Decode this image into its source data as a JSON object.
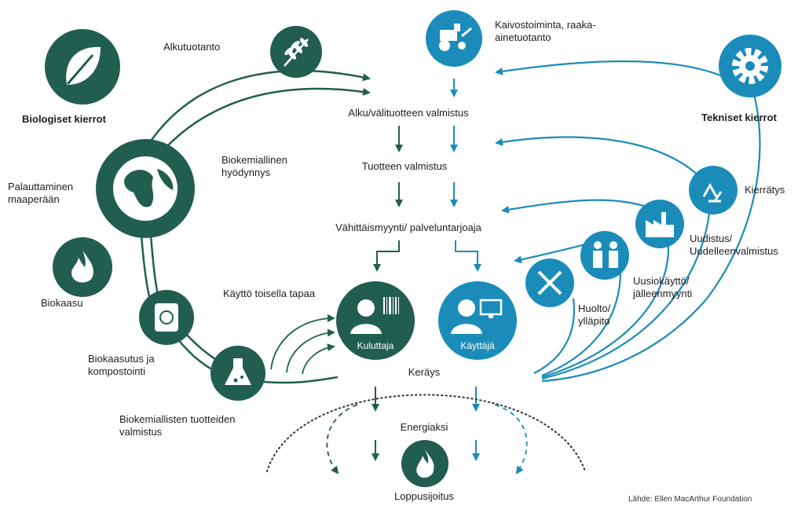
{
  "colors": {
    "bio": "#215e4f",
    "tech": "#1b8cba",
    "text": "#1e1e1e"
  },
  "left": {
    "title": "Biologiset kierrot",
    "title_icon": "leaf-icon",
    "alkutuotanto": "Alkutuotanto",
    "biokemiallinen": "Biokemiallinen hyödynnys",
    "palauttaminen": "Palauttaminen maaperään",
    "biokaasu": "Biokaasu",
    "biokaasutus": "Biokaasutus ja kompostointi",
    "biokemiallisten": "Biokemiallisten tuotteiden valmistus",
    "kaytto_toisella": "Käyttö toisella tapaa"
  },
  "center": {
    "kaivostoiminta": "Kaivostoiminta, raaka-ainetuotanto",
    "alku": "Alku/välituotteen valmistus",
    "tuotteen": "Tuotteen valmistus",
    "vahittais": "Vähittäismyynti/ palveluntarjoaja",
    "kuluttaja": "Kuluttaja",
    "kayttaja": "Käyttäjä",
    "keraus": "Keräys",
    "energiaksi": "Energiaksi",
    "loppusijoitus": "Loppusijoitus"
  },
  "right": {
    "title": "Tekniset kierrot",
    "title_icon": "gear-icon",
    "kierratys": "Kierrätys",
    "uudistus": "Uudistus/ Uudelleenvalmistus",
    "uusiokaytto": "Uusiokäyttö/ jälleenmyynti",
    "huolto": "Huolto/ ylläpito"
  },
  "source": "Lähde: Ellen MacArthur Foundation"
}
